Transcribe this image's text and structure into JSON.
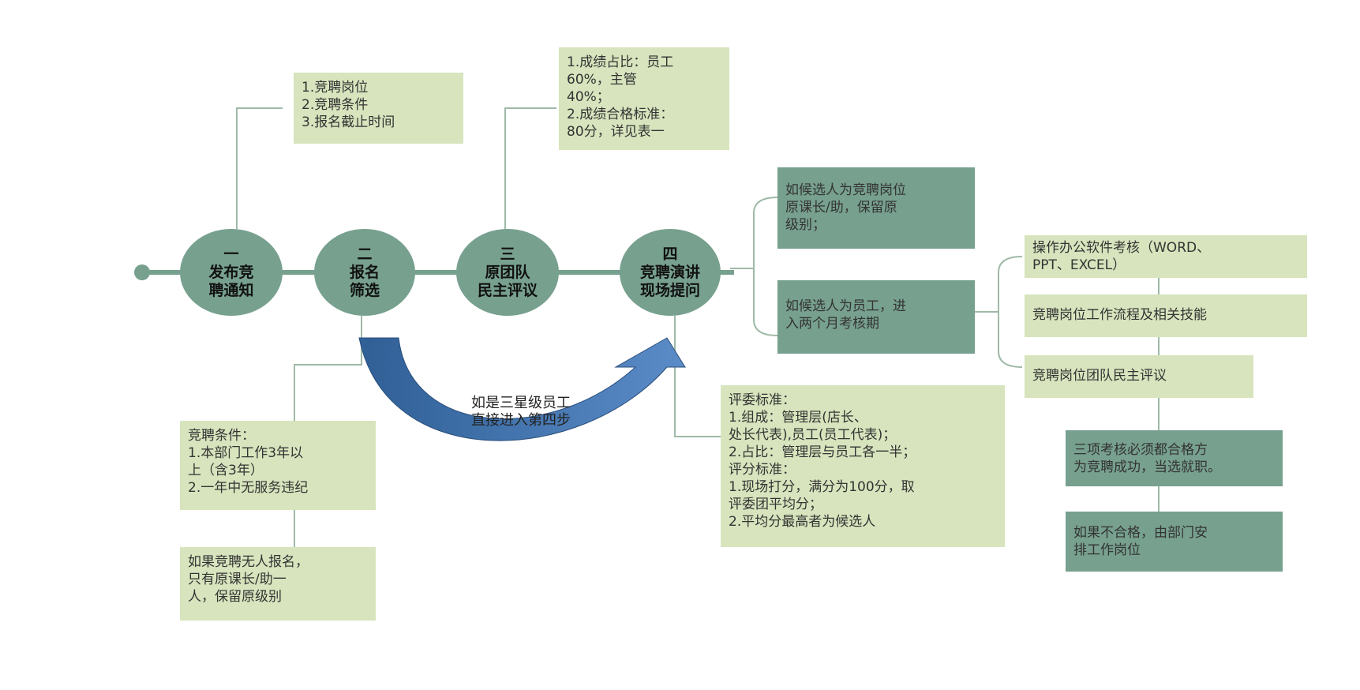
{
  "colors": {
    "step_fill": "#77a08f",
    "light_box": "#d7e4bd",
    "dark_box": "#77a08f",
    "connector": "#9fbaa7",
    "arrow_dark": "#2f5f95",
    "arrow_light": "#5b8cc8"
  },
  "steps": [
    {
      "id": "step1",
      "text": "一\n发布竞\n聘通知"
    },
    {
      "id": "step2",
      "text": "二\n报名\n筛选"
    },
    {
      "id": "step3",
      "text": "三\n原团队\n民主评议"
    },
    {
      "id": "step4",
      "text": "四\n竞聘演讲\n现场提问"
    }
  ],
  "boxes": {
    "notice_contents": "1.竞聘岗位\n2.竞聘条件\n3.报名截止时间",
    "vote_rules": "1.成绩占比：员工\n60%，主管\n40%；\n2.成绩合格标准：\n80分，详见表一",
    "conditions": "竞聘条件：\n1.本部门工作3年以\n上（含3年）\n2.一年中无服务违纪",
    "no_applicant": "如果竞聘无人报名，\n只有原课长/助一\n人，保留原级别",
    "judges": "评委标准：\n1.组成：管理层(店长、\n处长代表),员工(员工代表)；\n2.占比：管理层与员工各一半；\n评分标准：\n1.现场打分，满分为100分，取\n评委团平均分；\n2.平均分最高者为候选人",
    "candidate_manager": "如候选人为竞聘岗位\n原课长/助，保留原\n级别；",
    "candidate_staff": "如候选人为员工，进\n入两个月考核期",
    "assess_office": "操作办公软件考核（WORD、\nPPT、EXCEL）",
    "assess_process": "竞聘岗位工作流程及相关技能",
    "assess_team": "竞聘岗位团队民主评议",
    "pass_all": "三项考核必须都合格方\n为竞聘成功，当选就职。",
    "fail": "如果不合格，由部门安\n排工作岗位"
  },
  "arrow_note": "如是三星级员工\n直接进入第四步"
}
